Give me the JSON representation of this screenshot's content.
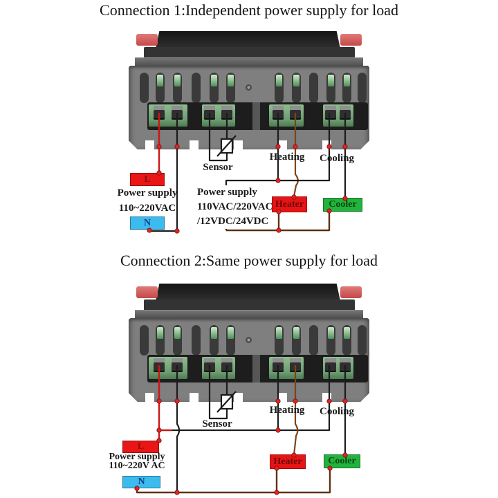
{
  "colors": {
    "wire_black": "#1c1c1c",
    "wire_red": "#cc1616",
    "wire_brown": "#7a4418",
    "bus_brown": "#5f3012",
    "dot": "#e02424",
    "box_live": "#ea1515",
    "box_neutral": "#3cbbee",
    "heater": "#e81414",
    "cooler": "#22b33e"
  },
  "section1": {
    "title": "Connection 1:Independent power supply for load",
    "sensor_label": "Sensor",
    "heating_label": "Heating",
    "cooling_label": "Cooling",
    "mains": {
      "live": "L",
      "neutral": "N",
      "name": "Power supply",
      "voltage": "110~220VAC"
    },
    "load_supply": {
      "name": "Power supply",
      "voltage_ac": "110VAC/220VAC",
      "voltage_dc": "/12VDC/24VDC"
    },
    "heater": "Heater",
    "cooler": "Cooler"
  },
  "section2": {
    "title": "Connection 2:Same power supply for load",
    "sensor_label": "Sensor",
    "heating_label": "Heating",
    "cooling_label": "Cooling",
    "mains": {
      "live": "L",
      "neutral": "N",
      "name": "Power supply",
      "voltage": "110~220V AC"
    },
    "heater": "Heater",
    "cooler": "Cooler"
  }
}
